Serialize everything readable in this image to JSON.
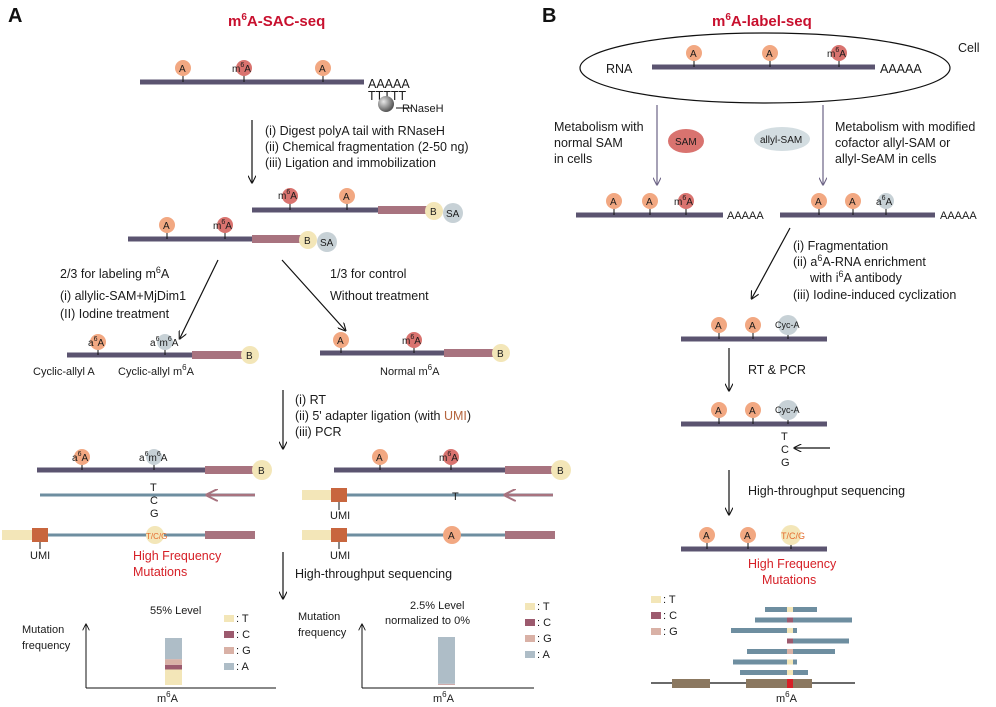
{
  "panel_a": {
    "label": "A",
    "title_pre": "m",
    "title_sup": "6",
    "title_post": "A-SAC-seq",
    "polyA": "AAAAA",
    "polyT": "TTTTT",
    "rnaseh": "RNaseH",
    "steps1": [
      "(i) Digest polyA tail with RNaseH",
      "(ii) Chemical fragmentation (2-50 ng)",
      "(iii) Ligation and immobilization"
    ],
    "b_label": "B",
    "sa_label": "SA",
    "labeling_branch": "2/3 for labeling m",
    "labeling_branch_sup": "6",
    "labeling_branch_post": "A",
    "labeling_steps": [
      "(i) allylic-SAM+MjDim1",
      "(II) Iodine treatment"
    ],
    "control_branch": "1/3 for control",
    "control_steps": "Without treatment",
    "cyclic_a": "Cyclic-allyl A",
    "cyclic_m6a": "Cyclic-allyl m",
    "normal_m6a": "Normal m",
    "steps2": [
      "(i) RT",
      "(ii) 5' adapter ligation (with ",
      "(iii) PCR"
    ],
    "umi": "UMI",
    "close_paren": ")",
    "tcg": [
      "T",
      "C",
      "G"
    ],
    "tcg_mut": "T/C/G",
    "t_single": "T",
    "high_freq": "High Frequency",
    "mutations": "Mutations",
    "hts": "High-throughput sequencing",
    "level1": "55% Level",
    "level2a": "2.5% Level",
    "level2b": "normalized to 0%",
    "y_axis": [
      "Mutation",
      "frequency"
    ],
    "legend": [
      ": T",
      ": C",
      ": G",
      ": A"
    ],
    "legend_colors": [
      "#f3e6b8",
      "#9c5a6e",
      "#d9b1a6",
      "#aebdc7"
    ],
    "bar1": {
      "A": 0.45,
      "G": 0.12,
      "C": 0.1,
      "T": 0.33
    },
    "bar2": {
      "A": 0.975,
      "G": 0.01,
      "C": 0.01,
      "T": 0.005
    }
  },
  "panel_b": {
    "label": "B",
    "title_pre": "m",
    "title_sup": "6",
    "title_post": "A-label-seq",
    "cell": "Cell",
    "rna": "RNA",
    "polyA": "AAAAA",
    "metab_normal": [
      "Metabolism with",
      "normal SAM",
      "in cells"
    ],
    "sam": "SAM",
    "allyl_sam": "allyl-SAM",
    "metab_mod": [
      "Metabolism with modified",
      "cofactor allyl-SAM or",
      "allyl-SeAM in cells"
    ],
    "steps": [
      "(i) Fragmentation",
      "(ii) a",
      "6",
      "A-RNA enrichment",
      "with i",
      "6",
      "A antibody",
      "(iii) Iodine-induced cyclization"
    ],
    "cyc_a": "Cyc-A",
    "rt_pcr": "RT & PCR",
    "tcg": [
      "T",
      "C",
      "G"
    ],
    "hts": "High-throughput sequencing",
    "tcg_mut": "T/C/G",
    "high_freq": "High Frequency",
    "mutations": "Mutations",
    "legend": [
      ": T",
      ": C",
      ": G"
    ],
    "m6a_axis": "m"
  }
}
